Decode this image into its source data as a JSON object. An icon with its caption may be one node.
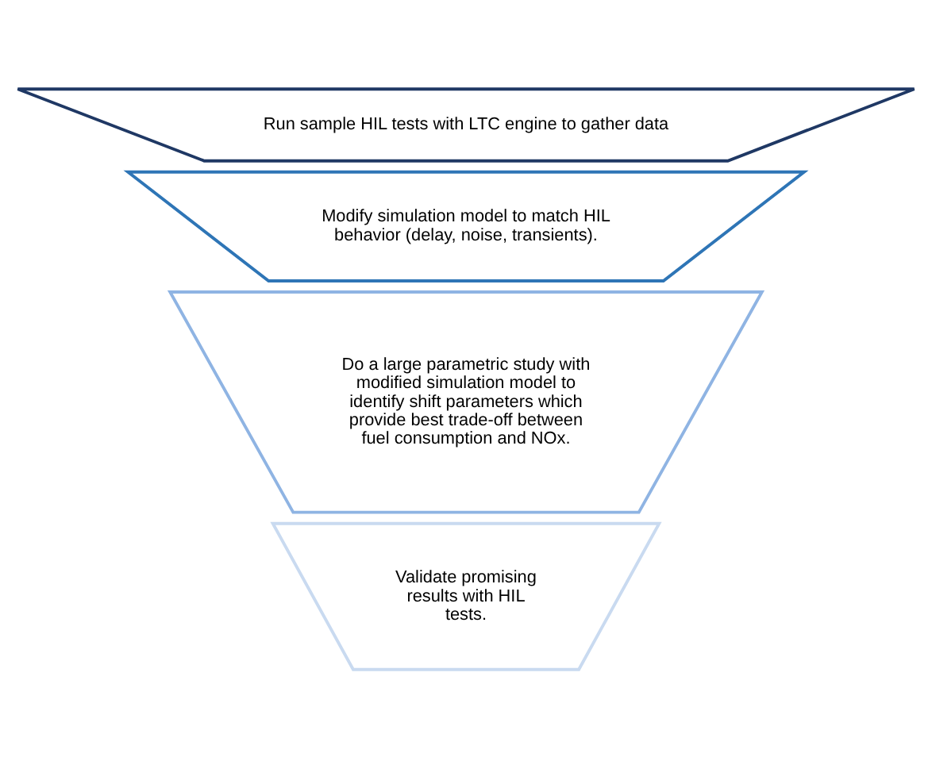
{
  "diagram": {
    "nodes": [
      {
        "text": [
          "Run sample HIL tests with LTC engine to gather data"
        ]
      },
      {
        "text": [
          "Modify simulation model to match HIL behavior (delay, noise, transients)."
        ]
      },
      {
        "text": [
          "Do a large parametric study with modified simulation model to identify shift parameters which provide best trade-off between fuel consumption and NOx."
        ]
      },
      {
        "text": [
          "Validate promising results with HIL tests."
        ]
      }
    ]
  }
}
